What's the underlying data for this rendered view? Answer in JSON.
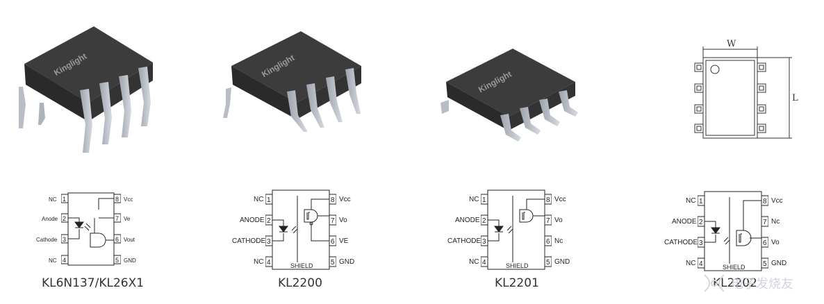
{
  "packages": [
    {
      "brand": "Kinglight"
    },
    {
      "brand": "Kinglight"
    },
    {
      "brand": "Kinglight"
    }
  ],
  "outline": {
    "w_label": "W",
    "l_label": "L"
  },
  "schematics": [
    {
      "caption": "KL6N137/KL26X1",
      "left_pins": [
        {
          "name": "NC",
          "num": "1"
        },
        {
          "name": "Anode",
          "num": "2"
        },
        {
          "name": "Cathode",
          "num": "3"
        },
        {
          "name": "NC",
          "num": "4"
        }
      ],
      "right_pins": [
        {
          "name": "Vcc",
          "num": "8"
        },
        {
          "name": "Ve",
          "num": "7"
        },
        {
          "name": "Vout",
          "num": "6"
        },
        {
          "name": "GND",
          "num": "5"
        }
      ]
    },
    {
      "caption": "KL2200",
      "left_pins": [
        {
          "name": "NC",
          "num": "1"
        },
        {
          "name": "ANODE",
          "num": "2"
        },
        {
          "name": "CATHODE",
          "num": "3"
        },
        {
          "name": "NC",
          "num": "4"
        }
      ],
      "right_pins": [
        {
          "name": "Vcc",
          "num": "8"
        },
        {
          "name": "Vo",
          "num": "7"
        },
        {
          "name": "VE",
          "num": "6"
        },
        {
          "name": "GND",
          "num": "5"
        }
      ],
      "shield": "SHIELD"
    },
    {
      "caption": "KL2201",
      "left_pins": [
        {
          "name": "NC",
          "num": "1"
        },
        {
          "name": "ANODE",
          "num": "2"
        },
        {
          "name": "CATHODE",
          "num": "3"
        },
        {
          "name": "NC",
          "num": "4"
        }
      ],
      "right_pins": [
        {
          "name": "Vcc",
          "num": "8"
        },
        {
          "name": "Vo",
          "num": "7"
        },
        {
          "name": "Nc",
          "num": "6"
        },
        {
          "name": "GND",
          "num": "5"
        }
      ],
      "shield": "SHIELD"
    },
    {
      "caption": "KL2202",
      "left_pins": [
        {
          "name": "NC",
          "num": "1"
        },
        {
          "name": "ANODE",
          "num": "2"
        },
        {
          "name": "CATHODE",
          "num": "3"
        },
        {
          "name": "NC",
          "num": "4"
        }
      ],
      "right_pins": [
        {
          "name": "Vcc",
          "num": "8"
        },
        {
          "name": "Nc",
          "num": "7"
        },
        {
          "name": "Vo",
          "num": "6"
        },
        {
          "name": "GND",
          "num": "5"
        }
      ],
      "shield": "SHIELD"
    }
  ],
  "watermark": "电子发烧友"
}
